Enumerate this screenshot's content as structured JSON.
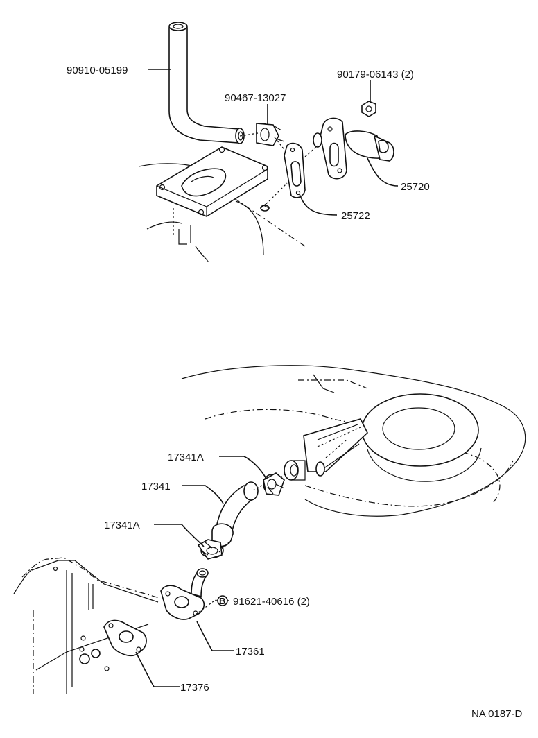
{
  "parts": {
    "hose_upper": "90910-05199",
    "clamp_upper": "90467-13027",
    "nut": "90179-06143 (2)",
    "valve": "25720",
    "gasket_upper": "25722",
    "clamp_a_top": "17341A",
    "hose_lower": "17341",
    "clamp_a_bottom": "17341A",
    "bolt": "91621-40616 (2)",
    "pipe": "17361",
    "gasket_lower": "17376"
  },
  "bolt_marker": "B",
  "drawing_code": "NA 0187-D"
}
